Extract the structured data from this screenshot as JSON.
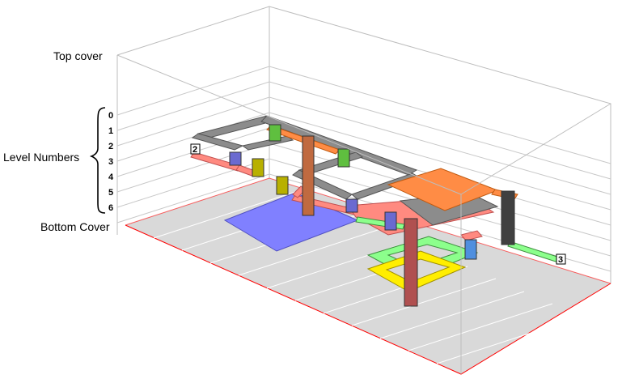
{
  "labels": {
    "top_cover": "Top cover",
    "level_numbers": "Level Numbers",
    "bottom_cover": "Bottom Cover"
  },
  "levels": [
    "0",
    "1",
    "2",
    "3",
    "4",
    "5",
    "6"
  ],
  "port_tags": {
    "left": "2",
    "right": "3"
  },
  "colors": {
    "gray_layer": "#8c8c8c",
    "orange_layer": "#ff8c45",
    "salmon_layer": "#ff8a80",
    "green_layer": "#8cff8c",
    "yellow_layer": "#ffee00",
    "blue_plane": "#8080ff",
    "floor": "#d9d9d9",
    "floor_edge": "#ff0000",
    "via_green": "#5fbf3f",
    "via_olive": "#b8b000",
    "via_brown": "#c06a40",
    "via_blue": "#6a6ad0",
    "via_maroon": "#b05050",
    "via_dark": "#404040",
    "via_sky": "#4f8fdf"
  }
}
